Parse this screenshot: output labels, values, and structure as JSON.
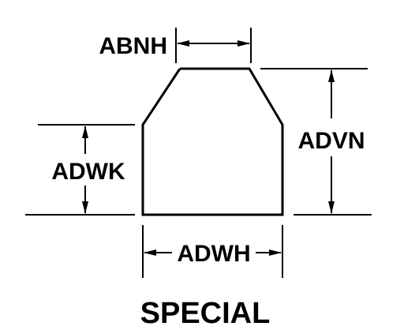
{
  "diagram": {
    "labels": {
      "top_width": "ABNH",
      "overall_height": "ADVN",
      "side_height": "ADWK",
      "base_width": "ADWH"
    },
    "caption": "SPECIAL"
  },
  "colors": {
    "ink": "#000000",
    "background": "#ffffff"
  }
}
